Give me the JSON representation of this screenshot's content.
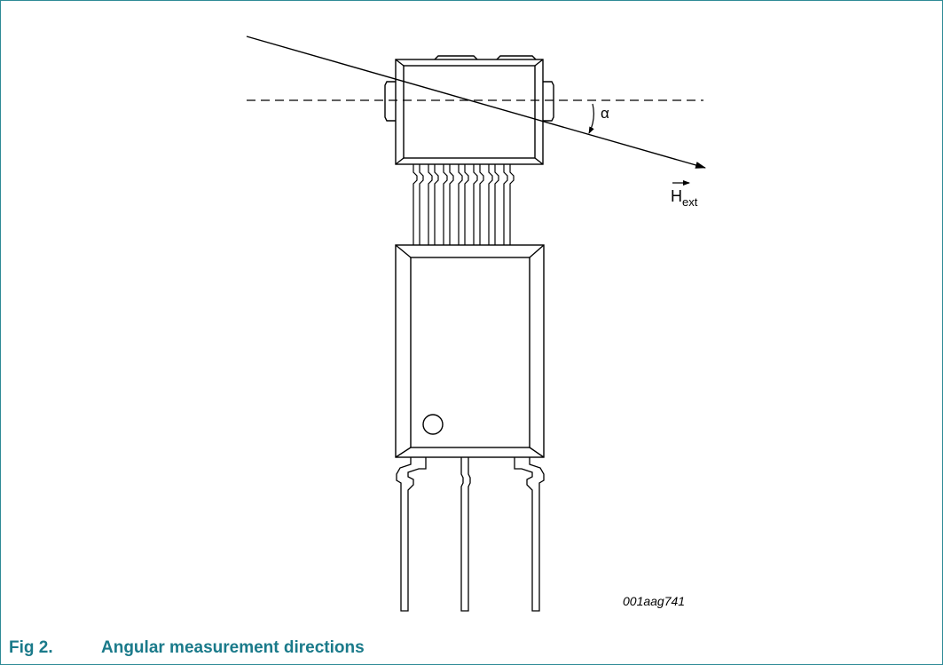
{
  "figure": {
    "number": "Fig 2.",
    "title": "Angular measurement directions",
    "code": "001aag741"
  },
  "labels": {
    "angle": "α",
    "field_main": "H",
    "field_sub": "ext"
  },
  "colors": {
    "frame": "#2e8b96",
    "caption": "#1a7a8a",
    "line": "#000000"
  }
}
